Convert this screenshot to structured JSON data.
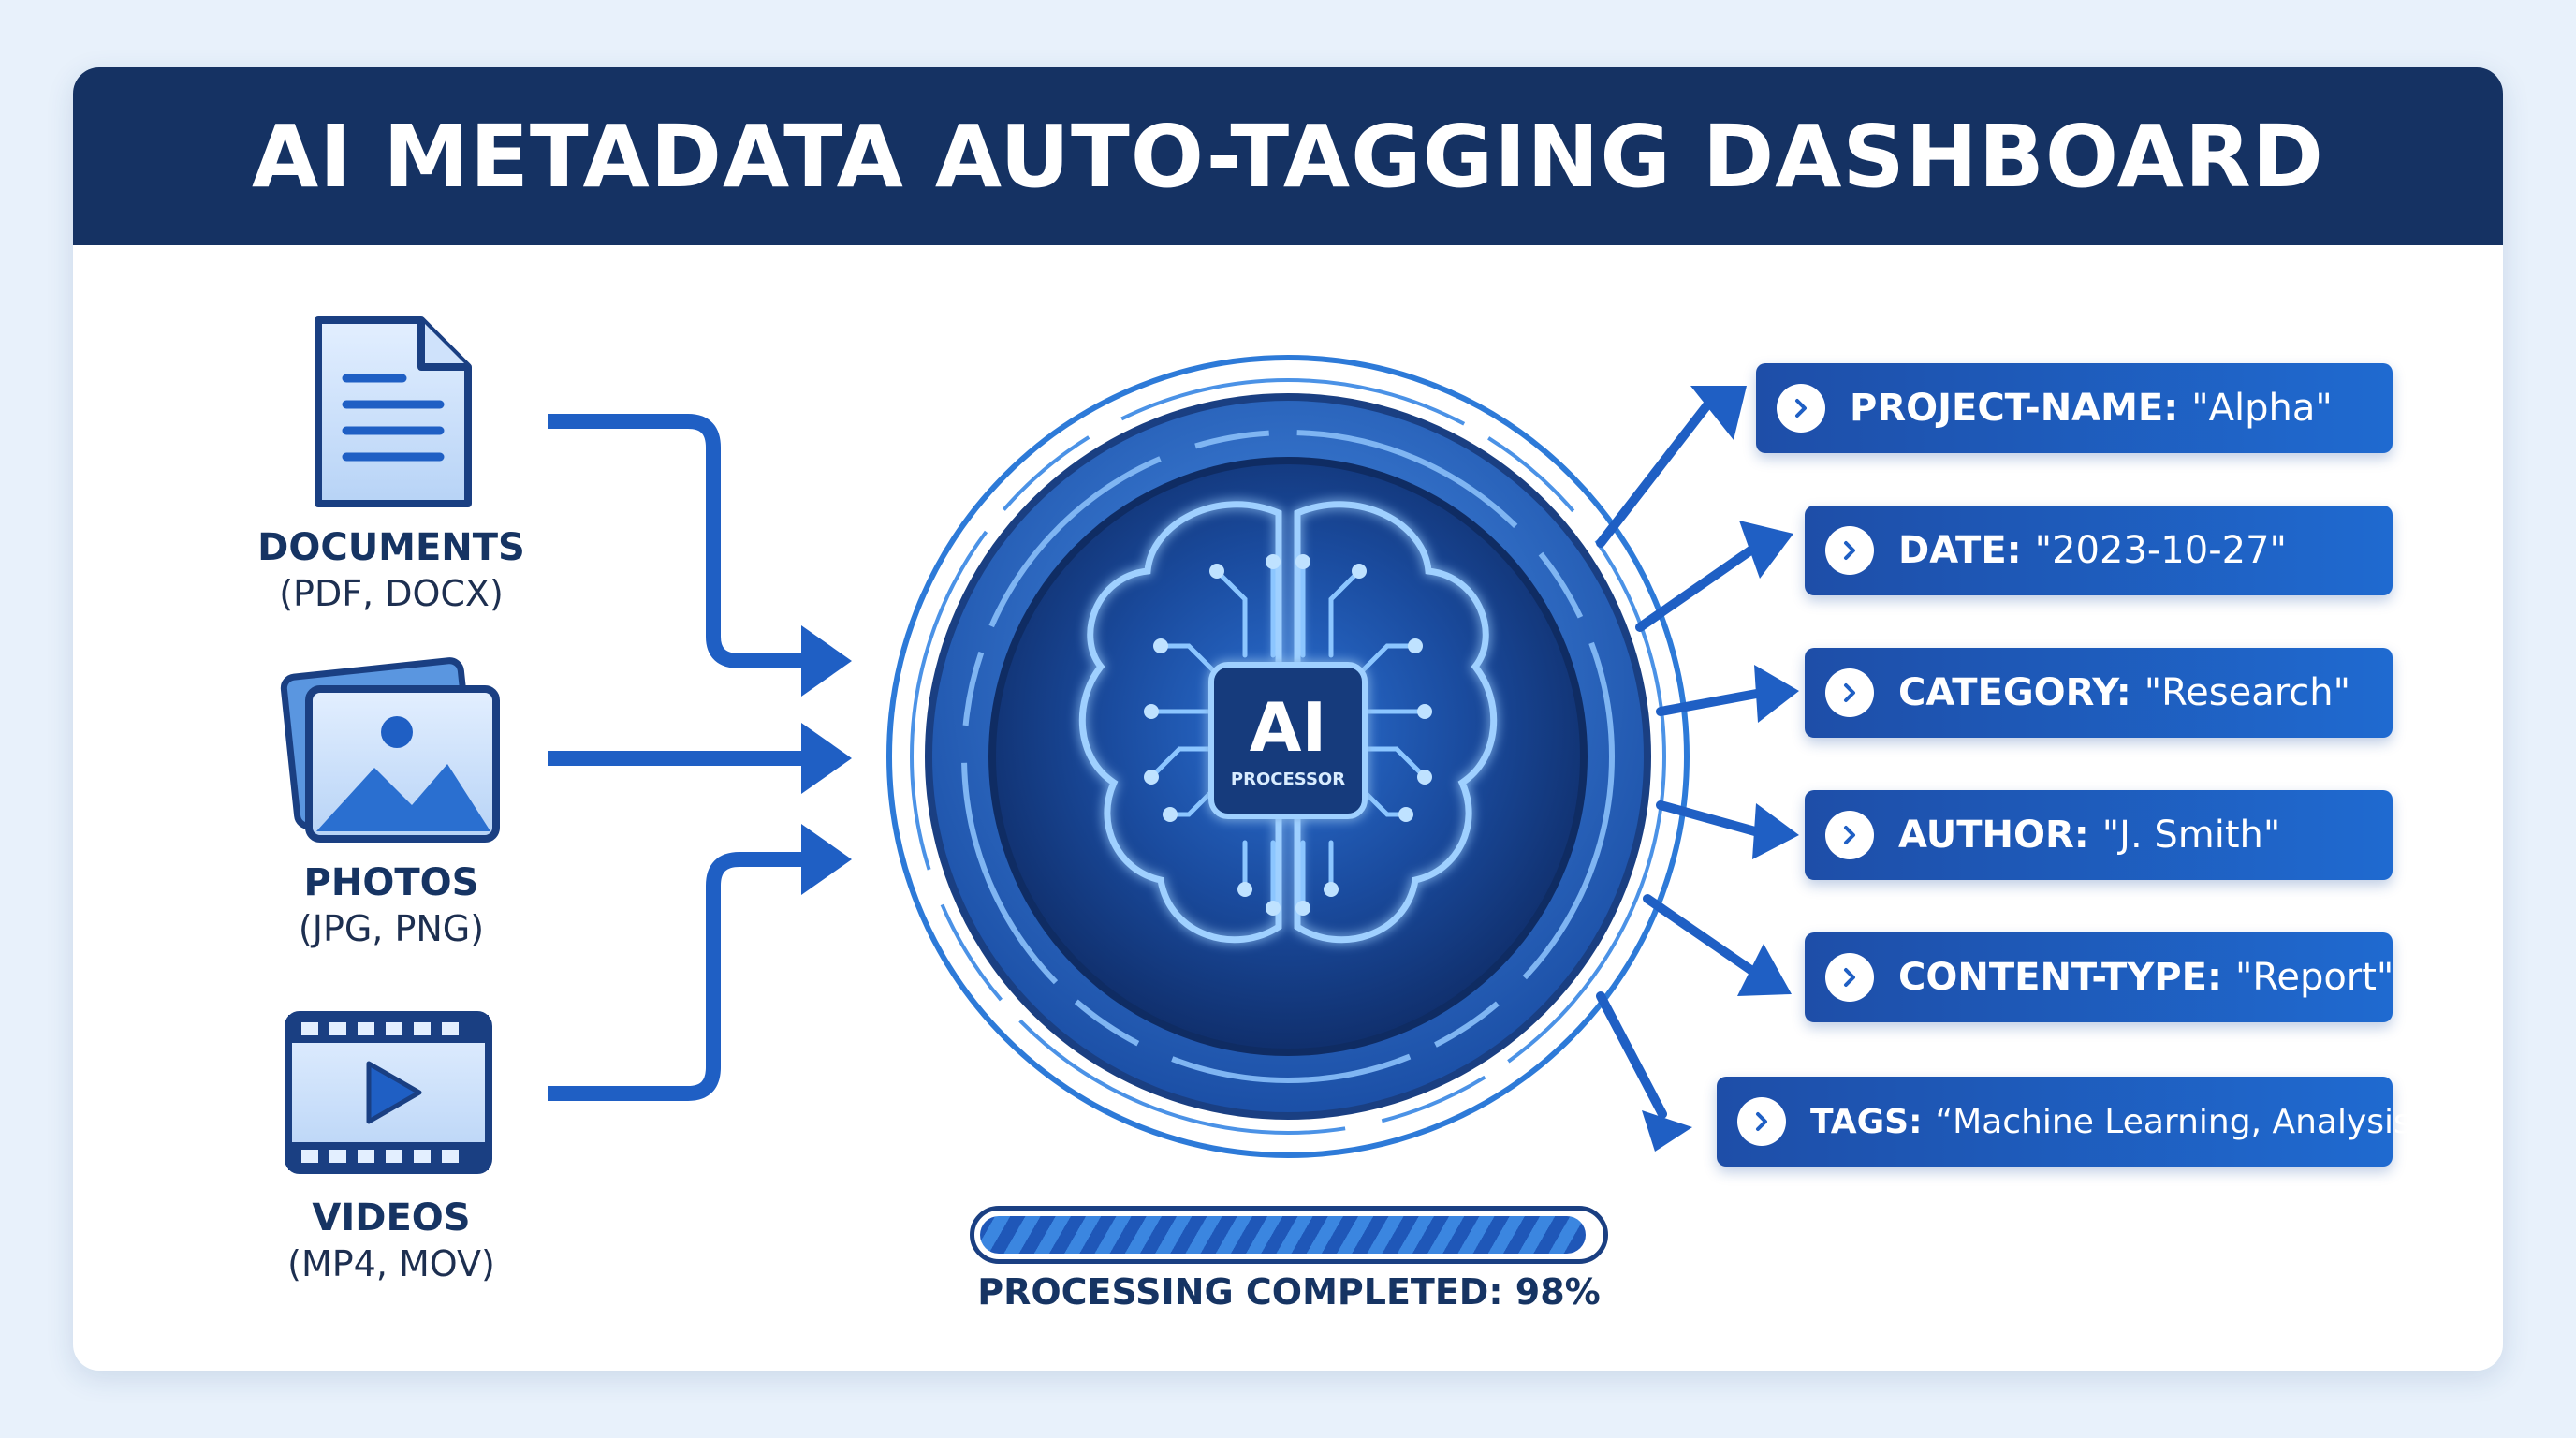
{
  "header": {
    "title": "AI METADATA AUTO-TAGGING DASHBOARD"
  },
  "inputs": [
    {
      "title": "DOCUMENTS",
      "subtitle": "(PDF, DOCX)",
      "icon": "document-icon"
    },
    {
      "title": "PHOTOS",
      "subtitle": "(JPG, PNG)",
      "icon": "photo-icon"
    },
    {
      "title": "VIDEOS",
      "subtitle": "(MP4, MOV)",
      "icon": "video-icon"
    }
  ],
  "processor": {
    "title": "AI",
    "subtitle": "PROCESSOR",
    "icon": "brain-circuit-icon"
  },
  "tags": [
    {
      "key": "PROJECT-NAME:",
      "value": "\"Alpha\""
    },
    {
      "key": "DATE:",
      "value": "\"2023-10-27\""
    },
    {
      "key": "CATEGORY:",
      "value": "\"Research\""
    },
    {
      "key": "AUTHOR:",
      "value": "\"J. Smith\""
    },
    {
      "key": "CONTENT-TYPE:",
      "value": "\"Report\""
    },
    {
      "key": "TAGS:",
      "value": "“Machine Learning, Analysis”"
    }
  ],
  "progress": {
    "label": "PROCESSING COMPLETED: 98%",
    "percent": 98
  },
  "colors": {
    "header": "#153263",
    "accent": "#1f6ad0",
    "text": "#163463"
  }
}
